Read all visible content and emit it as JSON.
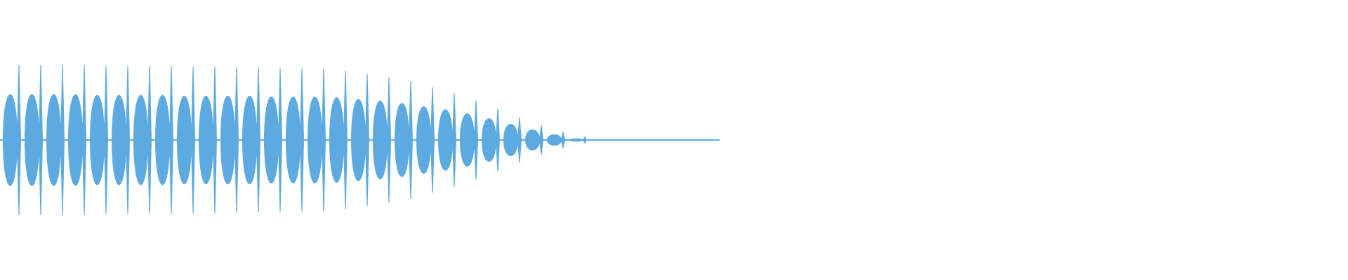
{
  "waveform": {
    "color": "#5DAAE0",
    "background": "#FFFFFF",
    "segments": [
      {
        "type": "burst",
        "spike": 0.93,
        "body": 0.57
      },
      {
        "type": "burst",
        "spike": 0.93,
        "body": 0.57
      },
      {
        "type": "burst",
        "spike": 0.93,
        "body": 0.57
      },
      {
        "type": "burst",
        "spike": 0.93,
        "body": 0.57
      },
      {
        "type": "burst",
        "spike": 0.92,
        "body": 0.56
      },
      {
        "type": "burst",
        "spike": 0.92,
        "body": 0.56
      },
      {
        "type": "burst",
        "spike": 0.92,
        "body": 0.56
      },
      {
        "type": "burst",
        "spike": 0.92,
        "body": 0.56
      },
      {
        "type": "burst",
        "spike": 0.91,
        "body": 0.55
      },
      {
        "type": "burst",
        "spike": 0.91,
        "body": 0.55
      },
      {
        "type": "burst",
        "spike": 0.9,
        "body": 0.55
      },
      {
        "type": "burst",
        "spike": 0.9,
        "body": 0.55
      },
      {
        "type": "burst",
        "spike": 0.89,
        "body": 0.54
      },
      {
        "type": "burst",
        "spike": 0.89,
        "body": 0.54
      },
      {
        "type": "burst",
        "spike": 0.88,
        "body": 0.54
      },
      {
        "type": "burst",
        "spike": 0.86,
        "body": 0.53
      },
      {
        "type": "burst",
        "spike": 0.82,
        "body": 0.51
      },
      {
        "type": "burst",
        "spike": 0.78,
        "body": 0.49
      },
      {
        "type": "burst",
        "spike": 0.73,
        "body": 0.46
      },
      {
        "type": "burst",
        "spike": 0.66,
        "body": 0.42
      },
      {
        "type": "burst",
        "spike": 0.58,
        "body": 0.38
      },
      {
        "type": "burst",
        "spike": 0.49,
        "body": 0.33
      },
      {
        "type": "burst",
        "spike": 0.39,
        "body": 0.27
      },
      {
        "type": "burst",
        "spike": 0.28,
        "body": 0.2
      },
      {
        "type": "burst",
        "spike": 0.18,
        "body": 0.13
      },
      {
        "type": "burst",
        "spike": 0.1,
        "body": 0.07
      },
      {
        "type": "tail",
        "spike": 0.04,
        "body": 0.02
      }
    ]
  }
}
